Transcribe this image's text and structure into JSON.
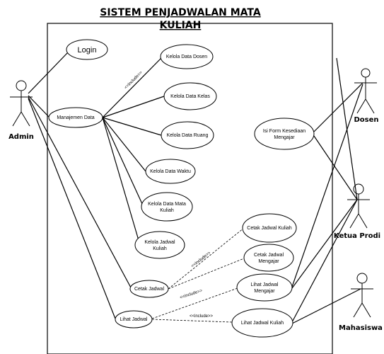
{
  "title": {
    "line1": "SISTEM PENJADWALAN MATA",
    "line2": "KULIAH"
  },
  "actors": {
    "admin": "Admin",
    "dosen": "Dosen",
    "ketua_prodi": "Ketua Prodi",
    "mahasiswa": "Mahasiswa"
  },
  "use_cases": {
    "login": "Login",
    "manajemen_data": "Manajemen Data",
    "kelola_dosen": "Kelola Data Dosen",
    "kelola_kelas": "Kelola Data Kelas",
    "kelola_ruang": "Kelola Data Ruang",
    "kelola_waktu": "Kelola Data Waktu",
    "kelola_mk_1": "Kelola Data Mata",
    "kelola_mk_2": "Kuliah",
    "kelola_jadwal_1": "Kelola Jadwal",
    "kelola_jadwal_2": "Kuliah",
    "cetak_jadwal": "Cetak Jadwal",
    "cetak_jadwal_kuliah": "Cetak Jadwal Kuliah",
    "cetak_jadwal_mengajar_1": "Cetak Jadwal",
    "cetak_jadwal_mengajar_2": "Mengajar",
    "lihat_jadwal": "Lihat Jadwal",
    "lihat_jadwal_mengajar_1": "Lihat Jadwal",
    "lihat_jadwal_mengajar_2": "Mengajar",
    "lihat_jadwal_kuliah": "Lihat Jadwal Kuliah",
    "isi_form_1": "Isi Form Kesediaan",
    "isi_form_2": "Mengajar"
  },
  "labels": {
    "include": "<<include>>"
  }
}
